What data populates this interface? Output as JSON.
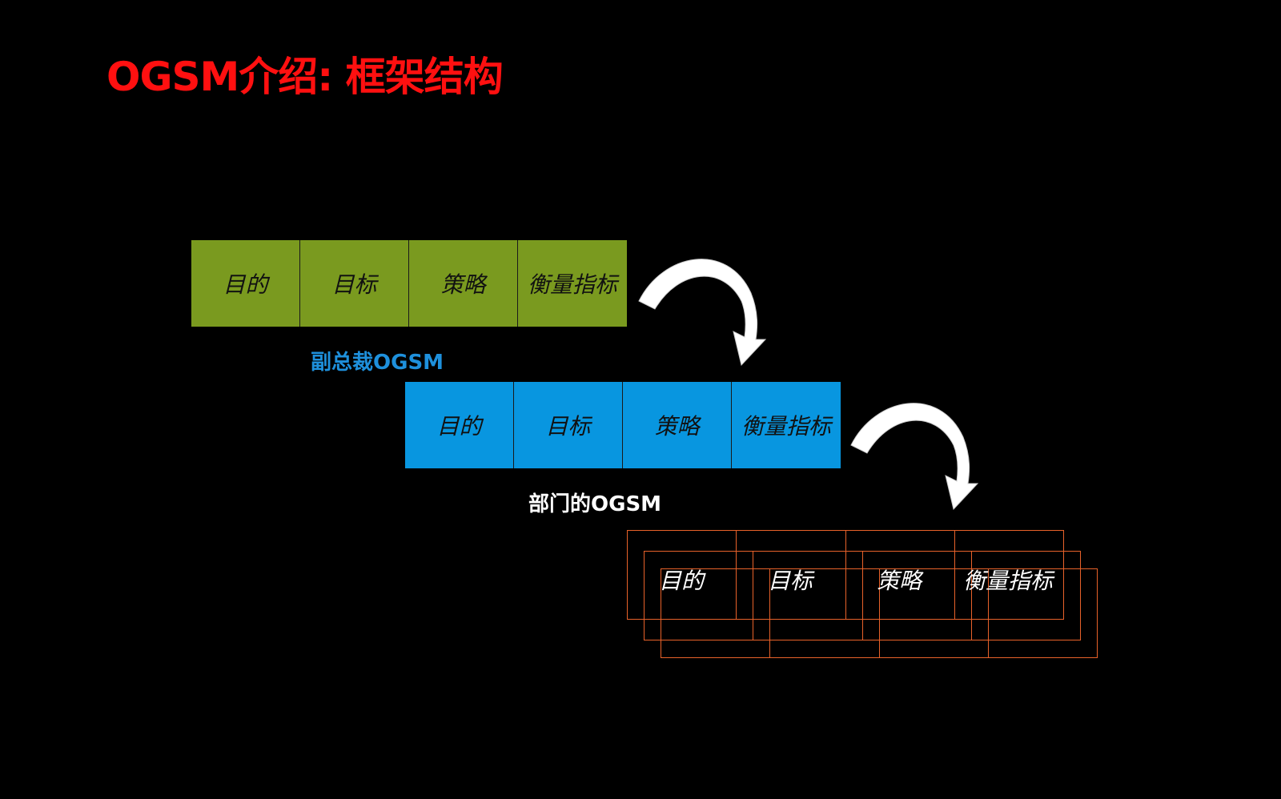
{
  "title": {
    "text": "OGSM介绍: 框架结构",
    "color": "#ff1010"
  },
  "tiers": [
    {
      "label": "",
      "label_color": "#ffffff",
      "fill": "#7a9a1f",
      "cells": [
        "目的",
        "目标",
        "策略",
        "衡量指标"
      ]
    },
    {
      "label": "副总裁OGSM",
      "label_color": "#1e90dc",
      "fill": "#0896e0",
      "cells": [
        "目的",
        "目标",
        "策略",
        "衡量指标"
      ]
    },
    {
      "label": "部门的OGSM",
      "label_color": "#ffffff",
      "outline": "#e8622a",
      "cells": [
        "目的",
        "目标",
        "策略",
        "衡量指标"
      ]
    }
  ],
  "arrow_icon": "curved-arrow-down-right-icon",
  "arrow_color": "#ffffff"
}
